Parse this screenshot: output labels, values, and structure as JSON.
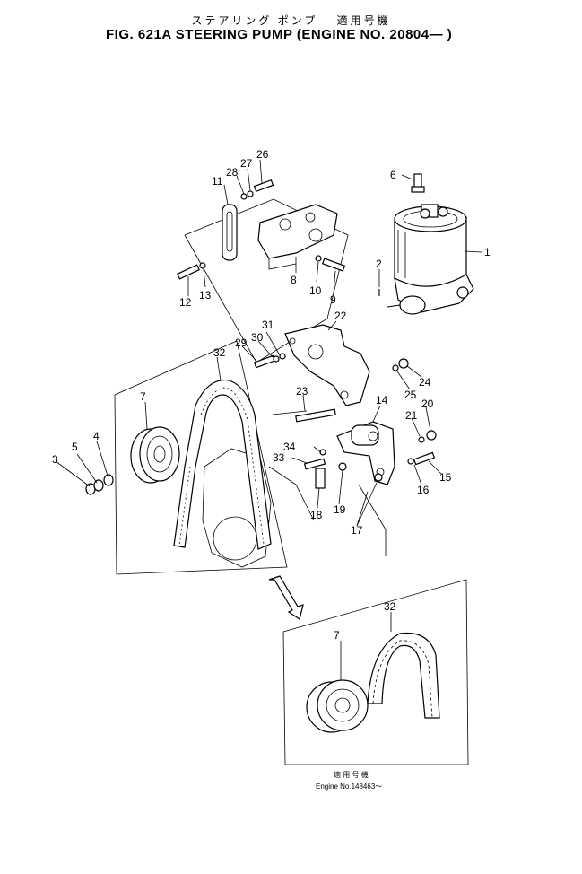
{
  "header": {
    "japanese_title": "ステアリング ポンプ　 適用号機",
    "figure_title": "FIG. 621A  STEERING PUMP (ENGINE NO. 20804— )"
  },
  "callouts": [
    {
      "id": "1",
      "label": "1"
    },
    {
      "id": "2",
      "label": "2"
    },
    {
      "id": "3",
      "label": "3"
    },
    {
      "id": "4",
      "label": "4"
    },
    {
      "id": "5",
      "label": "5"
    },
    {
      "id": "6",
      "label": "6"
    },
    {
      "id": "7",
      "label": "7"
    },
    {
      "id": "8",
      "label": "8"
    },
    {
      "id": "9",
      "label": "9"
    },
    {
      "id": "10",
      "label": "10"
    },
    {
      "id": "11",
      "label": "11"
    },
    {
      "id": "12",
      "label": "12"
    },
    {
      "id": "13",
      "label": "13"
    },
    {
      "id": "14",
      "label": "14"
    },
    {
      "id": "15",
      "label": "15"
    },
    {
      "id": "16",
      "label": "16"
    },
    {
      "id": "17",
      "label": "17"
    },
    {
      "id": "18",
      "label": "18"
    },
    {
      "id": "19",
      "label": "19"
    },
    {
      "id": "20",
      "label": "20"
    },
    {
      "id": "21",
      "label": "21"
    },
    {
      "id": "22",
      "label": "22"
    },
    {
      "id": "23",
      "label": "23"
    },
    {
      "id": "24",
      "label": "24"
    },
    {
      "id": "25",
      "label": "25"
    },
    {
      "id": "26",
      "label": "26"
    },
    {
      "id": "27",
      "label": "27"
    },
    {
      "id": "28",
      "label": "28"
    },
    {
      "id": "29",
      "label": "29"
    },
    {
      "id": "30",
      "label": "30"
    },
    {
      "id": "31",
      "label": "31"
    },
    {
      "id": "32",
      "label": "32"
    },
    {
      "id": "33",
      "label": "33"
    },
    {
      "id": "34",
      "label": "34"
    },
    {
      "id": "7b",
      "label": "7"
    },
    {
      "id": "32b",
      "label": "32"
    }
  ],
  "footer": {
    "japanese_note": "適 用 号 機",
    "engine_note": "Engine No.148463～"
  }
}
